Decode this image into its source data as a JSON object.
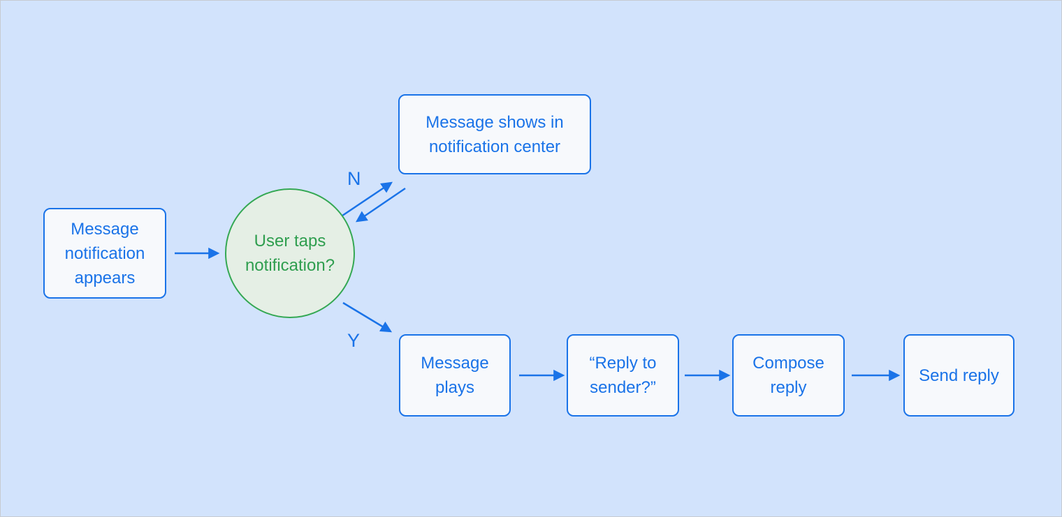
{
  "colors": {
    "background": "#d2e3fc",
    "node_border": "#1a73e8",
    "node_fill": "#f7f9fc",
    "node_text": "#1a73e8",
    "decision_border": "#34a853",
    "decision_fill": "#e5efe5",
    "decision_text": "#2f9e4f",
    "arrow": "#1a73e8"
  },
  "nodes": {
    "start": {
      "label": "Message notification appears"
    },
    "decision": {
      "label": "User taps notification?"
    },
    "notification_center": {
      "label": "Message shows in notification center"
    },
    "message_plays": {
      "label": "Message plays"
    },
    "reply_to_sender": {
      "label": "“Reply to sender?”"
    },
    "compose_reply": {
      "label": "Compose reply"
    },
    "send_reply": {
      "label": "Send reply"
    }
  },
  "edge_labels": {
    "no": "N",
    "yes": "Y"
  }
}
